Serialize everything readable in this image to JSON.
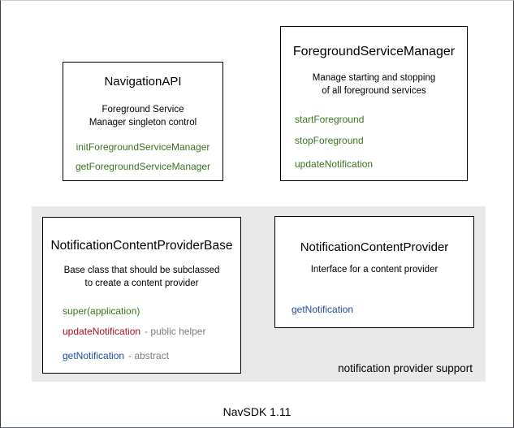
{
  "colors": {
    "box_border": "#000000",
    "panel_background": "#e9e9e9",
    "method_green": "#38761d",
    "method_red": "#a6121d",
    "method_blue": "#1c4d9c",
    "annotation_gray": "#7d7d7d",
    "text_black": "#000000"
  },
  "boxes": {
    "navigation_api": {
      "title": "NavigationAPI",
      "description": [
        "Foreground Service",
        "Manager singleton control"
      ],
      "methods": [
        "initForegroundServiceManager",
        "getForegroundServiceManager"
      ]
    },
    "foreground_service_manager": {
      "title": "ForegroundServiceManager",
      "description": [
        "Manage starting and stopping",
        "of all foreground services"
      ],
      "methods": [
        "startForeground",
        "stopForeground",
        "updateNotification"
      ]
    },
    "notification_content_provider_base": {
      "title": "NotificationContentProviderBase",
      "description": [
        "Base class that should be subclassed",
        "to create a content provider"
      ],
      "methods": [
        {
          "name": "super(application)",
          "annotation": ""
        },
        {
          "name": "updateNotification",
          "annotation": "- public helper"
        },
        {
          "name": "getNotification",
          "annotation": "- abstract"
        }
      ]
    },
    "notification_content_provider": {
      "title": "NotificationContentProvider",
      "description": [
        "Interface for a content provider"
      ],
      "methods": [
        "getNotification"
      ]
    }
  },
  "panel": {
    "caption": "notification provider support"
  },
  "footer": {
    "caption": "NavSDK 1.11"
  }
}
